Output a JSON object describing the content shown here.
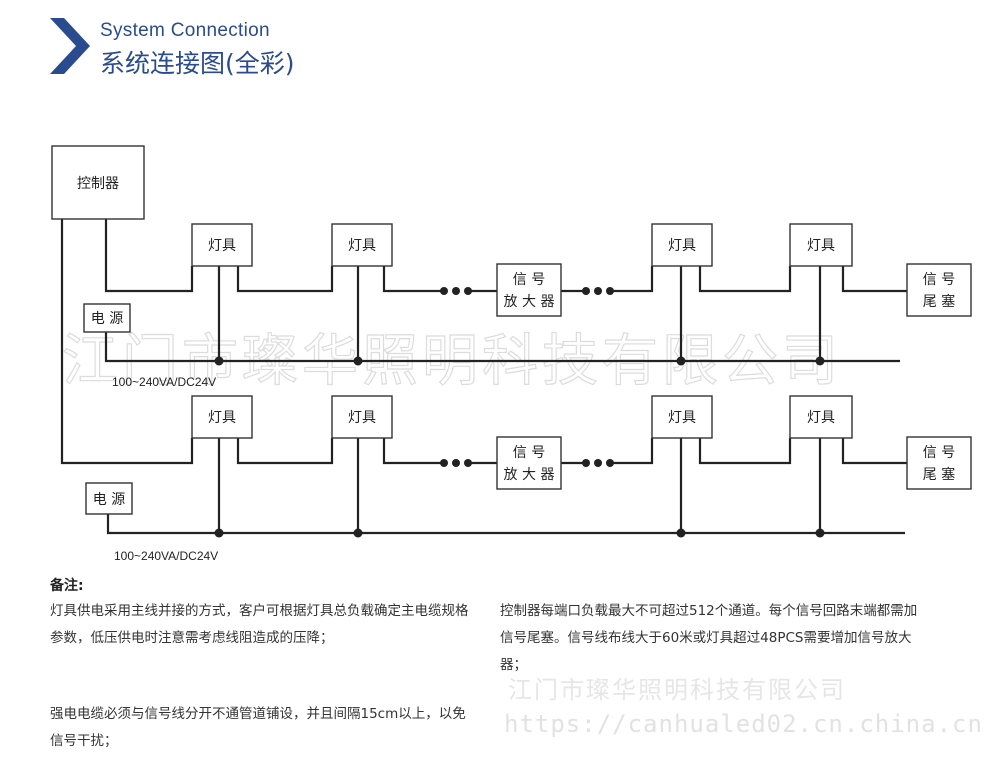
{
  "header": {
    "title_en": "System Connection",
    "title_cn": "系统连接图(全彩)",
    "accent_color": "#2a4c8f"
  },
  "diagram": {
    "controller_label": "控制器",
    "lamp_label": "灯具",
    "amplifier_label_line1": "信 号",
    "amplifier_label_line2": "放 大 器",
    "terminator_label_line1": "信 号",
    "terminator_label_line2": "尾 塞",
    "power_label": "电 源",
    "voltage_label": "100~240VA/DC24V"
  },
  "watermark": {
    "main": "江门市璨华照明科技有限公司",
    "company": "江门市璨华照明科技有限公司",
    "url": "https://canhualed02.cn.china.cn"
  },
  "notes": {
    "title": "备注:",
    "note1": "灯具供电采用主线并接的方式，客户可根据灯具总负载确定主电缆规格参数，低压供电时注意需考虑线阻造成的压降；",
    "note2": "强电电缆必须与信号线分开不通管道铺设，并且间隔15cm以上，以免信号干扰；",
    "note3": "控制器每端口负载最大不可超过512个通道。每个信号回路末端都需加信号尾塞。信号线布线大于60米或灯具超过48PCS需要增加信号放大器；"
  }
}
